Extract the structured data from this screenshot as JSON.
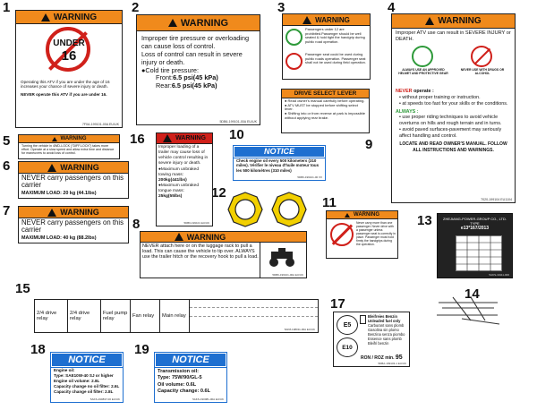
{
  "callouts": [
    "1",
    "2",
    "3",
    "4",
    "5",
    "6",
    "7",
    "8",
    "9",
    "10",
    "11",
    "12",
    "13",
    "14",
    "15",
    "16",
    "17",
    "18",
    "19"
  ],
  "warning_word": "WARNING",
  "notice_word": "NOTICE",
  "label1": {
    "badge_top": "UNDER",
    "badge_num": "16",
    "text1": "Operating this ATV if you are under the age of 16 increases your chance of severe injury or death.",
    "text2": "NEVER operate this ATV if you are under 16.",
    "code": "7F0A-199101-00A EU/UK"
  },
  "label2": {
    "line1": "Improper tire pressure or overloading can cause loss of control.",
    "line2": "Loss of control can result in severe injury or death.",
    "bullet": "●Cold tire pressure:",
    "front_label": "Front:",
    "front_val": "6.5 psi(45 kPa)",
    "rear_label": "Rear:",
    "rear_val": "6.5 psi(45 kPa)",
    "code": "5DB6-199101-00A EU/UK"
  },
  "label3": {
    "text1": "Passengers under 12 are prohibited.Passenger should be well seated & hold tight the handgrip during public road operation.",
    "text2": "Passenger seat could be used during public roads operation. Passenger seat shall not be used during field operation."
  },
  "label4": {
    "intro": "Improper ATV use can result in SEVERE INJURY or DEATH.",
    "icon1_caption": "ALWAYS USE AN APPROVED HELMET AND PROTECTIVE GEAR",
    "icon2_caption": "NEVER USE WITH DRUGS OR ALCOHOL",
    "never": "NEVER",
    "never_rest": " operate :",
    "never_items": [
      "without proper training or instruction.",
      "at speeds too fast for your skills or the conditions."
    ],
    "always": "ALWAYS :",
    "always_items": [
      "use proper riding techniques to avoid vehicle overturns on hills and rough terrain and in turns.",
      "avoid paved surfaces-pavement may seriously affect handling and control."
    ],
    "footer": "LOCATE AND READ OWNER'S MANUAL. FOLLOW ALL INSTRUCTIONS AND WARNINGS.",
    "code": "7020-199104   EU1104"
  },
  "label5": {
    "text": "Turning the vehicle in 4WD-LOCK (\"DIFF.LOCK\") takes more effort. Operate at a slow speed and allow extra time and distance for maneuvers to avoid loss of control."
  },
  "label6": {
    "text": "NEVER carry passengers on this carrier",
    "load_label": "MAXIMUM LOAD:",
    "load_val": "20 kg (44.1lbs)"
  },
  "label7": {
    "text": "NEVER carry passengers on this carrier",
    "load_label": "MAXIMUM LOAD:",
    "load_val": "40 kg (88.2lbs)"
  },
  "label8": {
    "text": "NEVER attach here or on the luggage rack to pull a load. This can cause the vehicle to tip over. ALWAYS use the trailer hitch or the recovery hook to pull a load.",
    "code": "5DB6-199101-00A EU/UK"
  },
  "label9": {
    "title": "DRIVE SELECT LEVER",
    "items": [
      "Read owner's manual carefully before operating.",
      "ATV MUST be stopped before shifting select lever.",
      "Shifting into or from reverse at park is impossible without applying rear brake."
    ]
  },
  "label10": {
    "text": "Check engine oil every 500 kilometers (310 miles). Vérifier le niveau d'huile moteur tous les 500 kilomètres (310 miles)",
    "code": "5DB6-199101-00 XX"
  },
  "label11": {
    "text": "Never carry more than one passenger. Never drive with a passenger unless passenger seat is correctly in place. Passenger must hold firmly the handgrips during the operation."
  },
  "label13": {
    "line1": "ZHEJIANG-POWER-GROUP CO., LTD.",
    "line2": "TYPE",
    "line3": "e13*167/2013",
    "code": "5AKS-19111-000"
  },
  "label15": {
    "cells": [
      "2/4 drive relay",
      "2/4 drive relay",
      "Fuel pump relay",
      "Fan relay",
      "Main relay"
    ],
    "code": "5AK8-198011-00A EU/UK"
  },
  "label16": {
    "text1": "Improper loading of a trailer may cause loss of vehicle control resulting in severe injury or death.",
    "b1_label": "●Maximum unbraked towing mass:",
    "b1_val": "200kg(441lbs)",
    "b2_label": "●Maximum unbraked tongue mass:",
    "b2_val": "25kg(55lbs)",
    "code": "5DB6-199101 EU/UK"
  },
  "label17": {
    "badge1": "E5",
    "badge2": "E10",
    "lines": [
      "Bleifreies Benzin",
      "Unleaded fuel only",
      "Carburant sans plomb",
      "Gasolina sin plomo",
      "Benzina senza piombo",
      "Essence sans plomb",
      "Bleifri benzin"
    ],
    "ron_label": "RON / ROZ min.",
    "ron_val": "95",
    "code": "5DBA-199103-1 EU/UK"
  },
  "label18": {
    "lines": [
      "Engine oil:",
      "Type: SAE10W-40 SJ or higher",
      "Engine oil volume: 2.8L",
      "Capacity change no oil filter: 2.6L",
      "Capacity change oil filter: 2.8L"
    ],
    "code": "5AKS-19083Y-00 EU/UK"
  },
  "label19": {
    "lines": [
      "Transmission oil:",
      "Type: 75W/90/GL-5",
      "Oil volume: 0.6L",
      "Capacity change: 0.6L"
    ],
    "code": "5AKS-190081-00A EU/UK"
  },
  "colors": {
    "warning_orange": "#f08a1c",
    "notice_blue": "#1e6fd0",
    "prohibit_red": "#d0201a",
    "ok_green": "#2e9a3a",
    "yellow": "#f2d000"
  }
}
